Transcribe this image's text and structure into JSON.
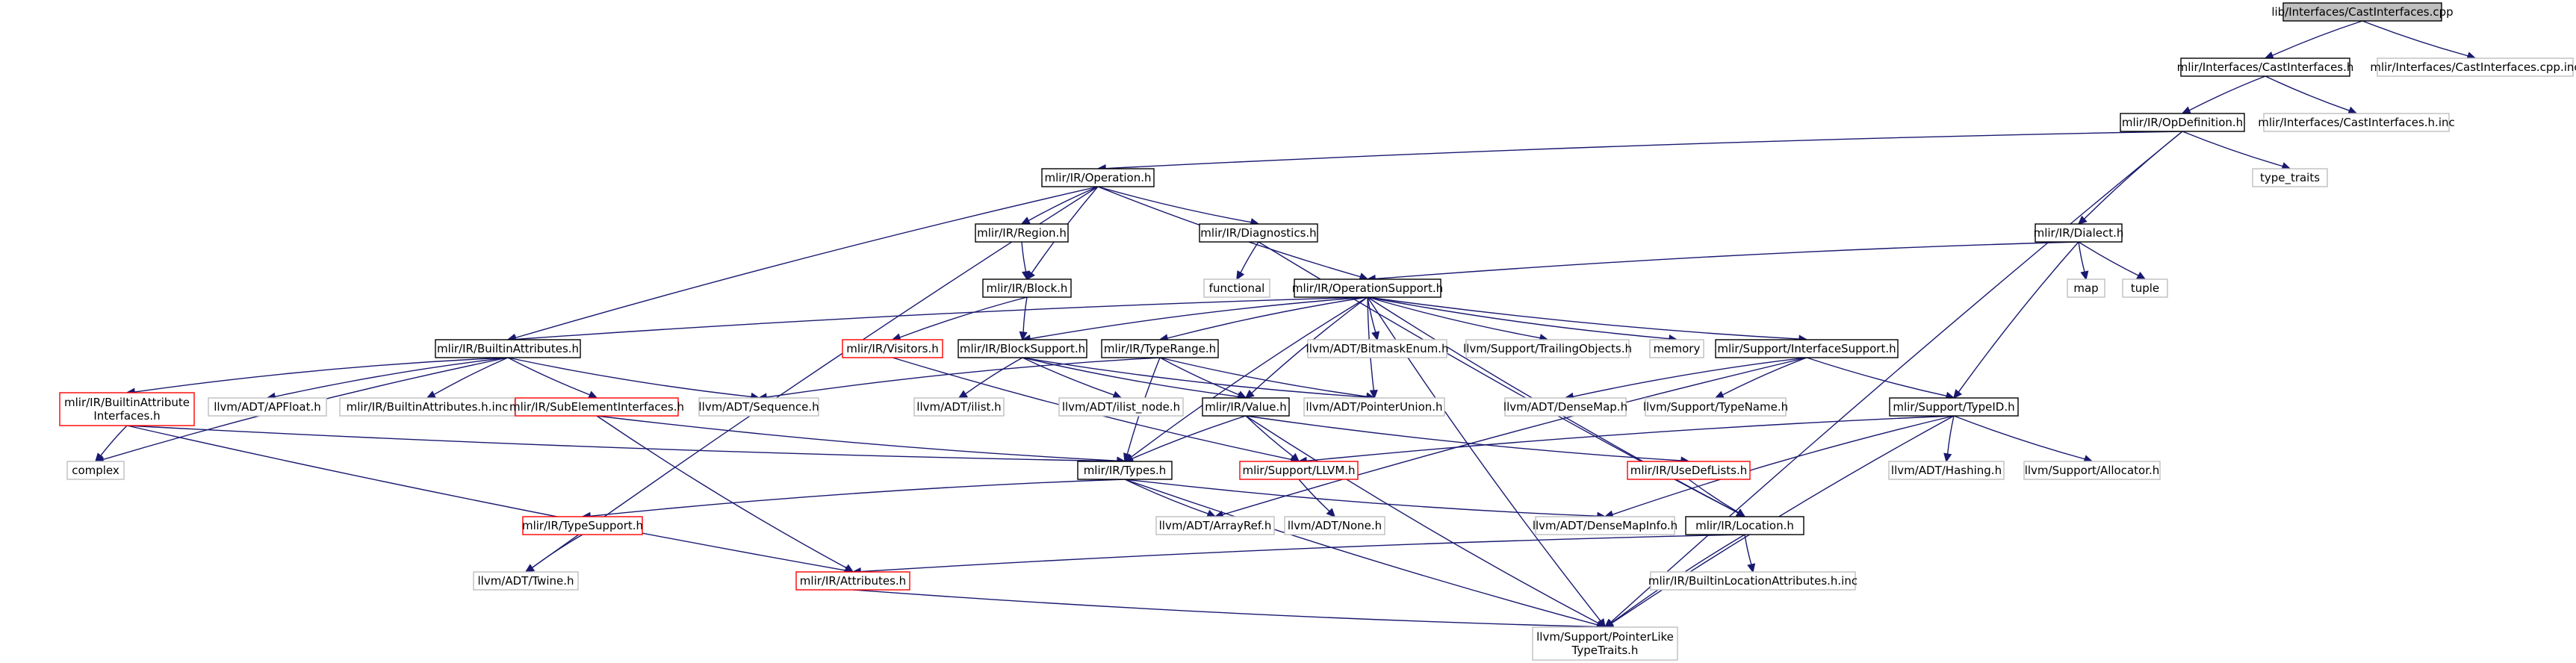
{
  "colors": {
    "edge": "#191970",
    "root_fill": "#bfbfbf",
    "documented_border": "#000000",
    "truncated_border": "#ff0000",
    "external_border": "#bfbfbf"
  },
  "nodes": {
    "castinterfaces_cpp": {
      "lines": [
        "lib/Interfaces/CastInterfaces.cpp"
      ],
      "kind": "root"
    },
    "castinterfaces_h": {
      "lines": [
        "mlir/Interfaces/CastInterfaces.h"
      ],
      "kind": "doc"
    },
    "castinterfaces_cpp_inc": {
      "lines": [
        "mlir/Interfaces/CastInterfaces.cpp.inc"
      ],
      "kind": "ext"
    },
    "opdefinition_h": {
      "lines": [
        "mlir/IR/OpDefinition.h"
      ],
      "kind": "doc"
    },
    "castinterfaces_h_inc": {
      "lines": [
        "mlir/Interfaces/CastInterfaces.h.inc"
      ],
      "kind": "ext"
    },
    "operation_h": {
      "lines": [
        "mlir/IR/Operation.h"
      ],
      "kind": "doc"
    },
    "type_traits": {
      "lines": [
        "type_traits"
      ],
      "kind": "ext"
    },
    "region_h": {
      "lines": [
        "mlir/IR/Region.h"
      ],
      "kind": "doc"
    },
    "diagnostics_h": {
      "lines": [
        "mlir/IR/Diagnostics.h"
      ],
      "kind": "doc"
    },
    "dialect_h": {
      "lines": [
        "mlir/IR/Dialect.h"
      ],
      "kind": "doc"
    },
    "block_h": {
      "lines": [
        "mlir/IR/Block.h"
      ],
      "kind": "doc"
    },
    "functional": {
      "lines": [
        "functional"
      ],
      "kind": "ext"
    },
    "operationsupport_h": {
      "lines": [
        "mlir/IR/OperationSupport.h"
      ],
      "kind": "doc"
    },
    "map": {
      "lines": [
        "map"
      ],
      "kind": "ext"
    },
    "tuple": {
      "lines": [
        "tuple"
      ],
      "kind": "ext"
    },
    "builtinattributes_h": {
      "lines": [
        "mlir/IR/BuiltinAttributes.h"
      ],
      "kind": "doc"
    },
    "visitors_h": {
      "lines": [
        "mlir/IR/Visitors.h"
      ],
      "kind": "trunc"
    },
    "blocksupport_h": {
      "lines": [
        "mlir/IR/BlockSupport.h"
      ],
      "kind": "doc"
    },
    "typerange_h": {
      "lines": [
        "mlir/IR/TypeRange.h"
      ],
      "kind": "doc"
    },
    "bitmaskenum_h": {
      "lines": [
        "llvm/ADT/BitmaskEnum.h"
      ],
      "kind": "ext"
    },
    "trailingobjects_h": {
      "lines": [
        "llvm/Support/TrailingObjects.h"
      ],
      "kind": "ext"
    },
    "memory": {
      "lines": [
        "memory"
      ],
      "kind": "ext"
    },
    "interfacesupport_h": {
      "lines": [
        "mlir/Support/InterfaceSupport.h"
      ],
      "kind": "doc"
    },
    "builtinattributeinterfaces_h": {
      "lines": [
        "mlir/IR/BuiltinAttribute",
        "Interfaces.h"
      ],
      "kind": "trunc"
    },
    "apfloat_h": {
      "lines": [
        "llvm/ADT/APFloat.h"
      ],
      "kind": "ext"
    },
    "builtinattributes_h_inc": {
      "lines": [
        "mlir/IR/BuiltinAttributes.h.inc"
      ],
      "kind": "ext"
    },
    "subelementinterfaces_h": {
      "lines": [
        "mlir/IR/SubElementInterfaces.h"
      ],
      "kind": "trunc"
    },
    "sequence_h": {
      "lines": [
        "llvm/ADT/Sequence.h"
      ],
      "kind": "ext"
    },
    "ilist_h": {
      "lines": [
        "llvm/ADT/ilist.h"
      ],
      "kind": "ext"
    },
    "ilist_node_h": {
      "lines": [
        "llvm/ADT/ilist_node.h"
      ],
      "kind": "ext"
    },
    "value_h": {
      "lines": [
        "mlir/IR/Value.h"
      ],
      "kind": "doc"
    },
    "pointerunion_h": {
      "lines": [
        "llvm/ADT/PointerUnion.h"
      ],
      "kind": "ext"
    },
    "densemap_h": {
      "lines": [
        "llvm/ADT/DenseMap.h"
      ],
      "kind": "ext"
    },
    "typename_h": {
      "lines": [
        "llvm/Support/TypeName.h"
      ],
      "kind": "ext"
    },
    "typeid_h": {
      "lines": [
        "mlir/Support/TypeID.h"
      ],
      "kind": "doc"
    },
    "complex": {
      "lines": [
        "complex"
      ],
      "kind": "ext"
    },
    "types_h": {
      "lines": [
        "mlir/IR/Types.h"
      ],
      "kind": "doc"
    },
    "llvm_h": {
      "lines": [
        "mlir/Support/LLVM.h"
      ],
      "kind": "trunc"
    },
    "usedeflists_h": {
      "lines": [
        "mlir/IR/UseDefLists.h"
      ],
      "kind": "trunc"
    },
    "hashing_h": {
      "lines": [
        "llvm/ADT/Hashing.h"
      ],
      "kind": "ext"
    },
    "allocator_h": {
      "lines": [
        "llvm/Support/Allocator.h"
      ],
      "kind": "ext"
    },
    "typesupport_h": {
      "lines": [
        "mlir/IR/TypeSupport.h"
      ],
      "kind": "trunc"
    },
    "arrayref_h": {
      "lines": [
        "llvm/ADT/ArrayRef.h"
      ],
      "kind": "ext"
    },
    "none_h": {
      "lines": [
        "llvm/ADT/None.h"
      ],
      "kind": "ext"
    },
    "densemapinfo_h": {
      "lines": [
        "llvm/ADT/DenseMapInfo.h"
      ],
      "kind": "ext"
    },
    "location_h": {
      "lines": [
        "mlir/IR/Location.h"
      ],
      "kind": "doc"
    },
    "twine_h": {
      "lines": [
        "llvm/ADT/Twine.h"
      ],
      "kind": "ext"
    },
    "attributes_h": {
      "lines": [
        "mlir/IR/Attributes.h"
      ],
      "kind": "trunc"
    },
    "builtinlocationattributes_h_inc": {
      "lines": [
        "mlir/IR/BuiltinLocationAttributes.h.inc"
      ],
      "kind": "ext"
    },
    "pointerliketypetraits_h": {
      "lines": [
        "llvm/Support/PointerLike",
        "TypeTraits.h"
      ],
      "kind": "ext"
    }
  },
  "edges": [
    [
      "castinterfaces_cpp",
      "castinterfaces_h"
    ],
    [
      "castinterfaces_cpp",
      "castinterfaces_cpp_inc"
    ],
    [
      "castinterfaces_h",
      "opdefinition_h"
    ],
    [
      "castinterfaces_h",
      "castinterfaces_h_inc"
    ],
    [
      "opdefinition_h",
      "operation_h"
    ],
    [
      "opdefinition_h",
      "dialect_h"
    ],
    [
      "opdefinition_h",
      "type_traits"
    ],
    [
      "opdefinition_h",
      "pointerliketypetraits_h"
    ],
    [
      "operation_h",
      "region_h"
    ],
    [
      "operation_h",
      "block_h"
    ],
    [
      "operation_h",
      "diagnostics_h"
    ],
    [
      "operation_h",
      "operationsupport_h"
    ],
    [
      "operation_h",
      "builtinattributes_h"
    ],
    [
      "operation_h",
      "twine_h"
    ],
    [
      "region_h",
      "block_h"
    ],
    [
      "diagnostics_h",
      "functional"
    ],
    [
      "diagnostics_h",
      "location_h"
    ],
    [
      "dialect_h",
      "operationsupport_h"
    ],
    [
      "dialect_h",
      "map"
    ],
    [
      "dialect_h",
      "tuple"
    ],
    [
      "dialect_h",
      "typeid_h"
    ],
    [
      "block_h",
      "blocksupport_h"
    ],
    [
      "block_h",
      "visitors_h"
    ],
    [
      "operationsupport_h",
      "builtinattributes_h"
    ],
    [
      "operationsupport_h",
      "blocksupport_h"
    ],
    [
      "operationsupport_h",
      "typerange_h"
    ],
    [
      "operationsupport_h",
      "bitmaskenum_h"
    ],
    [
      "operationsupport_h",
      "trailingobjects_h"
    ],
    [
      "operationsupport_h",
      "memory"
    ],
    [
      "operationsupport_h",
      "interfacesupport_h"
    ],
    [
      "operationsupport_h",
      "value_h"
    ],
    [
      "operationsupport_h",
      "pointerunion_h"
    ],
    [
      "operationsupport_h",
      "types_h"
    ],
    [
      "operationsupport_h",
      "location_h"
    ],
    [
      "operationsupport_h",
      "pointerliketypetraits_h"
    ],
    [
      "builtinattributes_h",
      "builtinattributeinterfaces_h"
    ],
    [
      "builtinattributes_h",
      "apfloat_h"
    ],
    [
      "builtinattributes_h",
      "builtinattributes_h_inc"
    ],
    [
      "builtinattributes_h",
      "subelementinterfaces_h"
    ],
    [
      "builtinattributes_h",
      "sequence_h"
    ],
    [
      "builtinattributes_h",
      "complex"
    ],
    [
      "builtinattributeinterfaces_h",
      "complex"
    ],
    [
      "builtinattributeinterfaces_h",
      "types_h"
    ],
    [
      "builtinattributeinterfaces_h",
      "attributes_h"
    ],
    [
      "subelementinterfaces_h",
      "types_h"
    ],
    [
      "subelementinterfaces_h",
      "attributes_h"
    ],
    [
      "visitors_h",
      "llvm_h"
    ],
    [
      "blocksupport_h",
      "ilist_h"
    ],
    [
      "blocksupport_h",
      "ilist_node_h"
    ],
    [
      "blocksupport_h",
      "value_h"
    ],
    [
      "blocksupport_h",
      "pointerunion_h"
    ],
    [
      "typerange_h",
      "sequence_h"
    ],
    [
      "typerange_h",
      "value_h"
    ],
    [
      "typerange_h",
      "types_h"
    ],
    [
      "typerange_h",
      "pointerunion_h"
    ],
    [
      "interfacesupport_h",
      "densemap_h"
    ],
    [
      "interfacesupport_h",
      "typename_h"
    ],
    [
      "interfacesupport_h",
      "typeid_h"
    ],
    [
      "interfacesupport_h",
      "arrayref_h"
    ],
    [
      "value_h",
      "types_h"
    ],
    [
      "value_h",
      "llvm_h"
    ],
    [
      "value_h",
      "usedeflists_h"
    ],
    [
      "value_h",
      "pointerliketypetraits_h"
    ],
    [
      "typeid_h",
      "llvm_h"
    ],
    [
      "typeid_h",
      "hashing_h"
    ],
    [
      "typeid_h",
      "allocator_h"
    ],
    [
      "typeid_h",
      "densemapinfo_h"
    ],
    [
      "typeid_h",
      "pointerliketypetraits_h"
    ],
    [
      "types_h",
      "typesupport_h"
    ],
    [
      "types_h",
      "arrayref_h"
    ],
    [
      "types_h",
      "densemapinfo_h"
    ],
    [
      "types_h",
      "pointerliketypetraits_h"
    ],
    [
      "llvm_h",
      "none_h"
    ],
    [
      "usedeflists_h",
      "location_h"
    ],
    [
      "typesupport_h",
      "twine_h"
    ],
    [
      "location_h",
      "attributes_h"
    ],
    [
      "location_h",
      "builtinlocationattributes_h_inc"
    ],
    [
      "location_h",
      "pointerliketypetraits_h"
    ],
    [
      "attributes_h",
      "pointerliketypetraits_h"
    ]
  ]
}
